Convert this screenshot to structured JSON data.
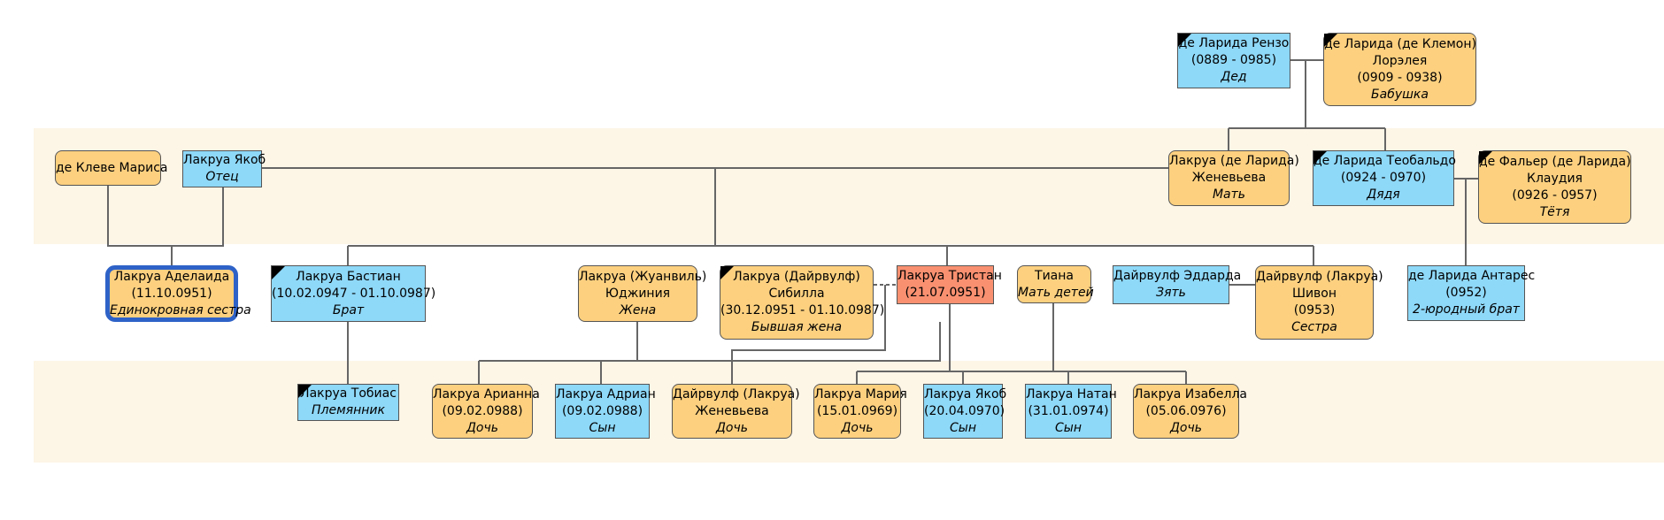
{
  "people": [
    {
      "id": "renzo",
      "lines": [
        "де Ларида Рензо",
        "(0889 - 0985)"
      ],
      "role": "Дед",
      "sex": "m",
      "deceased": true
    },
    {
      "id": "loreleya",
      "lines": [
        "де Ларида (де Клемон)",
        "Лорэлея",
        "(0909 - 0938)"
      ],
      "role": "Бабушка",
      "sex": "f",
      "deceased": true
    },
    {
      "id": "marisa",
      "lines": [
        "де Клеве Мариса"
      ],
      "role": "",
      "sex": "f",
      "deceased": false
    },
    {
      "id": "yakob-father",
      "lines": [
        "Лакруа Якоб"
      ],
      "role": "Отец",
      "sex": "m",
      "deceased": false
    },
    {
      "id": "zhenevieva-mother",
      "lines": [
        "Лакруа (де Ларида)",
        "Женевьева"
      ],
      "role": "Мать",
      "sex": "f",
      "deceased": false
    },
    {
      "id": "teobaldo",
      "lines": [
        "де Ларида Теобальдо",
        "(0924 - 0970)"
      ],
      "role": "Дядя",
      "sex": "m",
      "deceased": true
    },
    {
      "id": "klaudiya",
      "lines": [
        "де Фальер (де Ларида)",
        "Клаудия",
        "(0926 - 0957)"
      ],
      "role": "Тётя",
      "sex": "f",
      "deceased": true
    },
    {
      "id": "adelaida",
      "lines": [
        "Лакруа Аделаида",
        "(11.10.0951)"
      ],
      "role": "Единокровная сестра",
      "sex": "f",
      "deceased": false,
      "highlight": true
    },
    {
      "id": "bastian",
      "lines": [
        "Лакруа Бастиан",
        "(10.02.0947 - 01.10.0987)"
      ],
      "role": "Брат",
      "sex": "m",
      "deceased": true
    },
    {
      "id": "yudzhiniya",
      "lines": [
        "Лакруа (Жуанвиль)",
        "Юджиния"
      ],
      "role": "Жена",
      "sex": "f",
      "deceased": false
    },
    {
      "id": "sibilla",
      "lines": [
        "Лакруа (Дайрвулф)",
        "Сибилла",
        "(30.12.0951 - 01.10.0987)"
      ],
      "role": "Бывшая жена",
      "sex": "f",
      "deceased": true
    },
    {
      "id": "tristan",
      "lines": [
        "Лакруа Тристан",
        "(21.07.0951)"
      ],
      "role": "",
      "sex": "self",
      "deceased": false
    },
    {
      "id": "tiana",
      "lines": [
        "Тиана"
      ],
      "role": "Мать детей",
      "sex": "f",
      "deceased": false
    },
    {
      "id": "eddarda",
      "lines": [
        "Дайрвулф Эддарда"
      ],
      "role": "Зять",
      "sex": "m",
      "deceased": false
    },
    {
      "id": "shivon",
      "lines": [
        "Дайрвулф (Лакруа)",
        "Шивон",
        "(0953)"
      ],
      "role": "Сестра",
      "sex": "f",
      "deceased": false
    },
    {
      "id": "antares",
      "lines": [
        "де Ларида Антарес",
        "(0952)"
      ],
      "role": "2-юродный брат",
      "sex": "m",
      "deceased": false
    },
    {
      "id": "tobias",
      "lines": [
        "Лакруа Тобиас"
      ],
      "role": "Племянник",
      "sex": "m",
      "deceased": true
    },
    {
      "id": "arianna",
      "lines": [
        "Лакруа Арианна",
        "(09.02.0988)"
      ],
      "role": "Дочь",
      "sex": "f",
      "deceased": false
    },
    {
      "id": "adrian",
      "lines": [
        "Лакруа Адриан",
        "(09.02.0988)"
      ],
      "role": "Сын",
      "sex": "m",
      "deceased": false
    },
    {
      "id": "zhenevieva-daughter",
      "lines": [
        "Дайрвулф (Лакруа)",
        "Женевьева"
      ],
      "role": "Дочь",
      "sex": "f",
      "deceased": false
    },
    {
      "id": "mariya",
      "lines": [
        "Лакруа Мария",
        "(15.01.0969)"
      ],
      "role": "Дочь",
      "sex": "f",
      "deceased": false
    },
    {
      "id": "yakob-son",
      "lines": [
        "Лакруа Якоб",
        "(20.04.0970)"
      ],
      "role": "Сын",
      "sex": "m",
      "deceased": false
    },
    {
      "id": "natan",
      "lines": [
        "Лакруа Натан",
        "(31.01.0974)"
      ],
      "role": "Сын",
      "sex": "m",
      "deceased": false
    },
    {
      "id": "izabella",
      "lines": [
        "Лакруа Изабелла",
        "(05.06.0976)"
      ],
      "role": "Дочь",
      "sex": "f",
      "deceased": false
    }
  ],
  "colors": {
    "male": "#8ed8f8",
    "female": "#fcd07f",
    "self": "#f99070",
    "band": "#fdf5e6",
    "line": "#666666",
    "highlight": "#2e62c7"
  }
}
